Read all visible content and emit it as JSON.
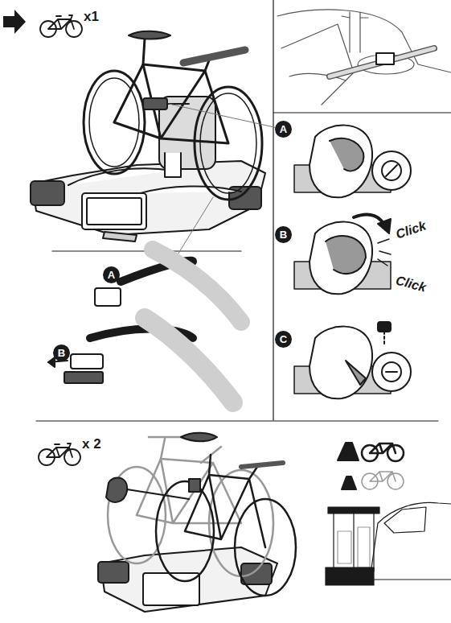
{
  "diagram": {
    "nodes": [
      {
        "text": [
          "A"
        ]
      },
      {
        "text": [
          "B"
        ]
      },
      {
        "text": [
          "A"
        ]
      },
      {
        "text": [
          "C"
        ]
      },
      {
        "text": [
          "B"
        ]
      }
    ],
    "labels": [
      "x1",
      "Click",
      "Click",
      "x 2"
    ]
  }
}
